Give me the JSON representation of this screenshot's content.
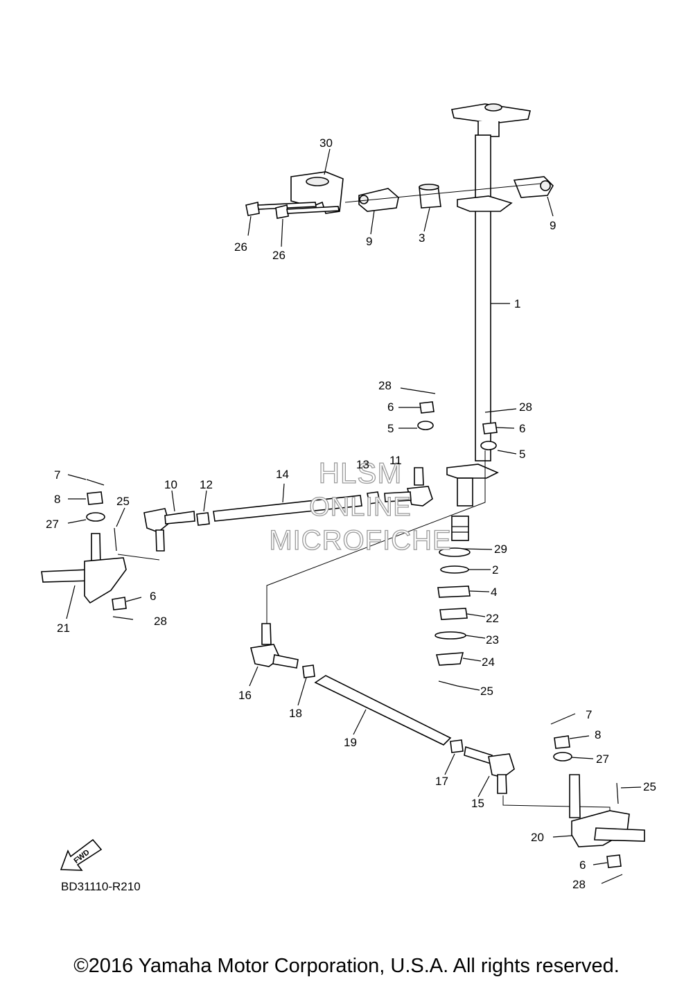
{
  "diagram": {
    "code": "BD31110-R210",
    "fwd_label": "FWD",
    "copyright": "©2016 Yamaha Motor Corporation, U.S.A. All rights reserved.",
    "watermark": [
      "HLSM",
      "ONLINE",
      "MICROFICHE"
    ],
    "callouts": [
      "1",
      "2",
      "3",
      "4",
      "5",
      "5",
      "6",
      "6",
      "6",
      "6",
      "7",
      "7",
      "8",
      "8",
      "9",
      "9",
      "10",
      "11",
      "12",
      "13",
      "14",
      "15",
      "16",
      "17",
      "18",
      "19",
      "20",
      "21",
      "22",
      "23",
      "24",
      "25",
      "25",
      "25",
      "26",
      "26",
      "27",
      "27",
      "28",
      "28",
      "28",
      "28",
      "29",
      "30"
    ]
  }
}
